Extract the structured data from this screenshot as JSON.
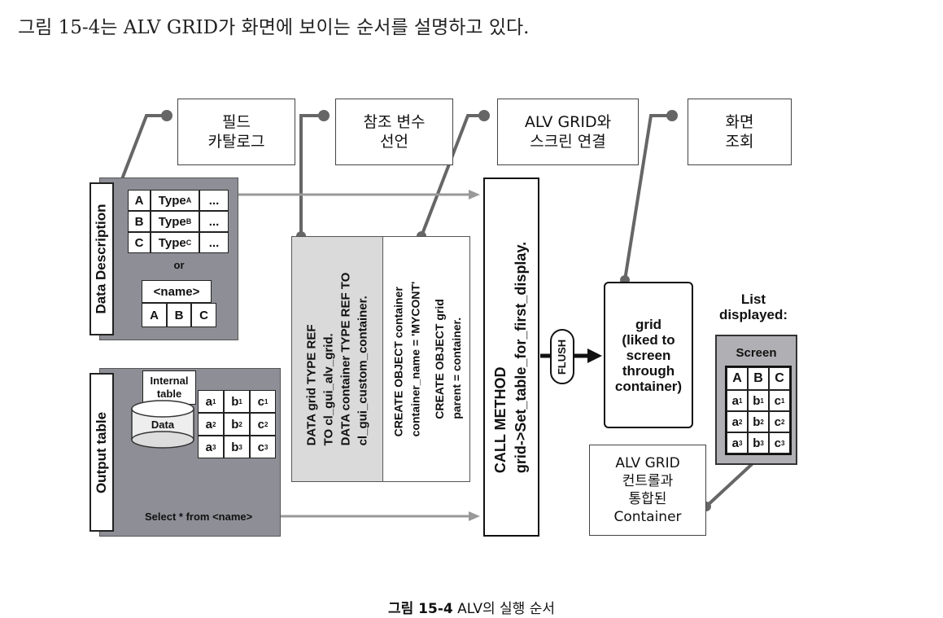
{
  "intro": "그림 15-4는 ALV GRID가 화면에 보이는 순서를 설명하고 있다.",
  "steps": [
    {
      "label": "필드\n카탈로그"
    },
    {
      "label": "참조 변수\n선언"
    },
    {
      "label": "ALV GRID와\n스크린 연결"
    },
    {
      "label": "화면\n조회"
    }
  ],
  "data_description": {
    "label": "Data Description",
    "rows": [
      {
        "key": "A",
        "type": "Type",
        "sub": "A",
        "more": "..."
      },
      {
        "key": "B",
        "type": "Type",
        "sub": "B",
        "more": "..."
      },
      {
        "key": "C",
        "type": "Type",
        "sub": "C",
        "more": "..."
      }
    ],
    "or": "or",
    "name": "<name>",
    "name_cols": [
      "A",
      "B",
      "C"
    ]
  },
  "output_table": {
    "label": "Output table",
    "internal_label": "Internal\ntable",
    "data_label": "Data",
    "cells": [
      [
        "a",
        "b",
        "c"
      ],
      [
        "a",
        "b",
        "c"
      ],
      [
        "a",
        "b",
        "c"
      ]
    ],
    "subs": [
      "1",
      "2",
      "3"
    ],
    "select": "Select * from <name>"
  },
  "code_block": {
    "col1": "DATA grid TYPE REF\nTO cl_gui_alv_grid.\nDATA container TYPE REF TO\ncl_gui_custom_container.",
    "col2a": "CREATE OBJECT container\ncontainer_name = 'MYCONT'",
    "col2b": "CREATE OBJECT grid\nparent = container."
  },
  "call_method": "CALL METHOD\ngrid->Set_table_for_first_display.",
  "flush": "FLUSH",
  "grid_box": "grid\n(liked to\nscreen\nthrough\ncontainer)",
  "list_displayed": "List\ndisplayed:",
  "screen": {
    "title": "Screen",
    "headers": [
      "A",
      "B",
      "C"
    ],
    "rows": [
      [
        "a",
        "b",
        "c"
      ],
      [
        "a",
        "b",
        "c"
      ],
      [
        "a",
        "b",
        "c"
      ]
    ],
    "subs": [
      "1",
      "2",
      "3"
    ]
  },
  "container_box": "ALV GRID\n컨트롤과\n통합된\nContainer",
  "caption": {
    "num": "그림 15-4",
    "text": " ALV의 실행 순서"
  }
}
